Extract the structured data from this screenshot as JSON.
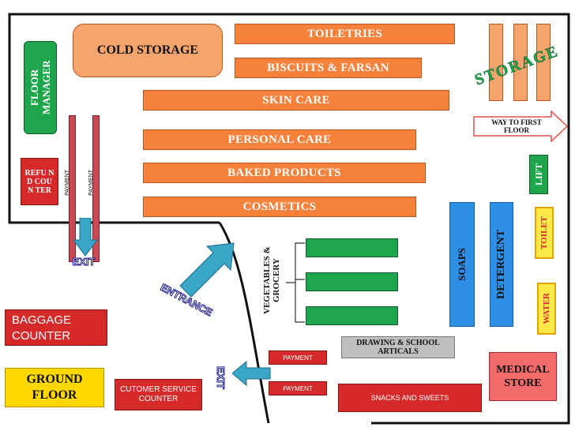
{
  "sections": {
    "cold_storage": "COLD STORAGE",
    "toiletries": "TOILETRIES",
    "biscuits": "BISCUITS & FARSAN",
    "skin_care": "SKIN CARE",
    "personal_care": "PERSONAL CARE",
    "baked": "BAKED PRODUCTS",
    "cosmetics": "COSMETICS",
    "storage": "STORAGE",
    "way_first_floor": "WAY TO FIRST FLOOR",
    "lift": "LIFT",
    "toilet": "TOILET",
    "water": "WATER",
    "soaps": "SOAPS",
    "detergent": "DETERGENT",
    "vegetables": "VEGETABLES & GROCERY",
    "drawing": "DRAWING & SCHOOL ARTICALS",
    "medical": "MEDICAL STORE",
    "snacks": "SNACKS AND SWEETS",
    "floor_manager": "FLOOR MANAGER",
    "refund": "REFU ND COUN TER",
    "payment": "PAYMENT",
    "exit": "EXIT",
    "entrance": "ENTRANCE",
    "baggage": "BAGGAGE COUNTER",
    "ground_floor": "GROUND FLOOR",
    "customer_service": "CUTOMER SERVICE COUNTER"
  },
  "colors": {
    "orange": "#f5813a",
    "green": "#1fa54c",
    "red": "#d62a2a",
    "blue": "#2d8fe6",
    "yellow": "#ffd800",
    "teal_arrow": "#3aa6c8"
  }
}
